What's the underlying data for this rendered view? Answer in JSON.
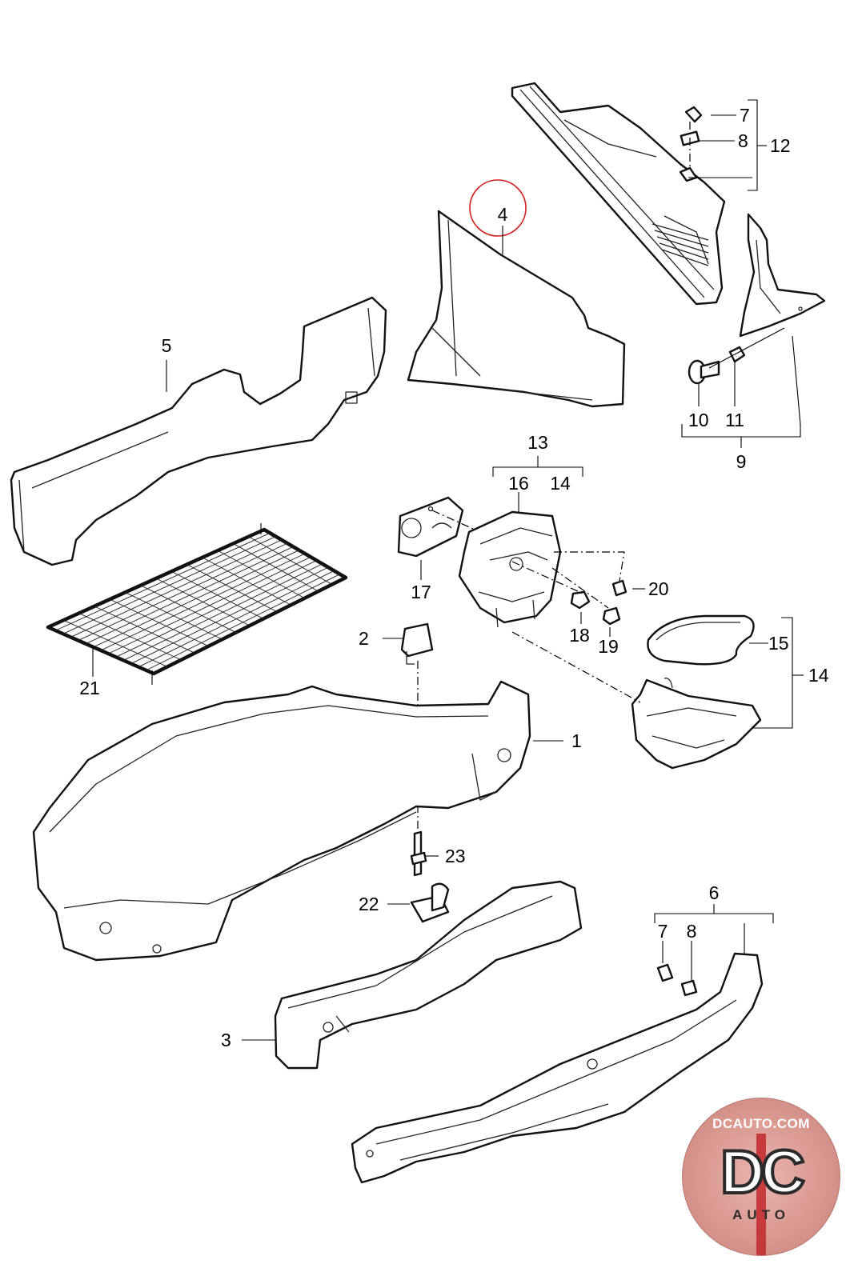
{
  "callouts": {
    "n1": "1",
    "n2": "2",
    "n3": "3",
    "n4": "4",
    "n5": "5",
    "n6": "6",
    "n7a": "7",
    "n8a": "8",
    "n7b": "7",
    "n8b": "8",
    "n9": "9",
    "n10": "10",
    "n11": "11",
    "n12": "12",
    "n13": "13",
    "n14a": "14",
    "n14b": "14",
    "n15": "15",
    "n16": "16",
    "n17": "17",
    "n18": "18",
    "n19": "19",
    "n20": "20",
    "n21": "21",
    "n22": "22",
    "n23": "23"
  },
  "highlighted_callout": "4",
  "colors": {
    "highlight": "#d42020",
    "logo_red": "#c2282a"
  },
  "logo": {
    "top_text": "DCAUTO.COM",
    "mark": "DC",
    "bottom_text": "AUTO"
  }
}
